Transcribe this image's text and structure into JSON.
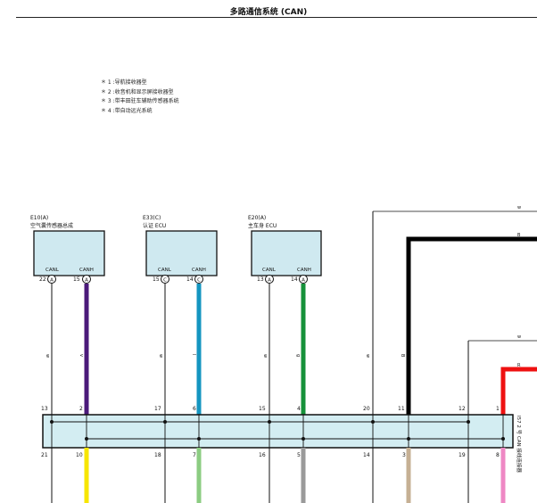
{
  "title": "多路通信系统 (CAN)",
  "notes": [
    "＊ 1 :导航接收器型",
    "＊ 2 :收音机和显示屏接收器型",
    "＊ 3 :带丰田驻车辅助传感器系统",
    "＊ 4 :带自动远光系统"
  ],
  "ecus": [
    {
      "code": "E10(A)",
      "name": "空气囊传感器总成",
      "pin_l": "CANL",
      "pin_h": "CANH",
      "num_l": "22",
      "num_h": "15",
      "conn": "A",
      "wire_color": "#4b1a7a"
    },
    {
      "code": "E33(C)",
      "name": "认证 ECU",
      "pin_l": "CANL",
      "pin_h": "CANH",
      "num_l": "15",
      "num_h": "14",
      "conn": "C",
      "wire_color": "#1596c0"
    },
    {
      "code": "E20(A)",
      "name": "主车身 ECU",
      "pin_l": "CANL",
      "pin_h": "CANH",
      "num_l": "13",
      "num_h": "14",
      "conn": "A",
      "wire_color": "#16913a"
    }
  ],
  "wire_codes": [
    "w",
    "v",
    "w",
    "l",
    "w",
    "g",
    "w",
    "B"
  ],
  "junction": {
    "label": "I57 2 号 CAN 接线连接器",
    "top_pins": [
      "13",
      "2",
      "17",
      "6",
      "15",
      "4",
      "20",
      "11",
      "12",
      "1"
    ],
    "bottom_pins": [
      "21",
      "10",
      "18",
      "7",
      "16",
      "5",
      "14",
      "3",
      "19",
      "8"
    ]
  },
  "right_wire_codes": [
    "w",
    "B",
    "w",
    "R"
  ],
  "colors": {
    "ecu_fill": "#cfe9f0",
    "junction_fill": "#d3edf2",
    "black_wire": "#000000",
    "red_wire": "#ee1111",
    "yellow_wire": "#f7e600",
    "lightgreen_wire": "#8ccc82",
    "gray_wire": "#9a9a9a",
    "tan_wire": "#c6b094",
    "pink_wire": "#ee88c4"
  }
}
